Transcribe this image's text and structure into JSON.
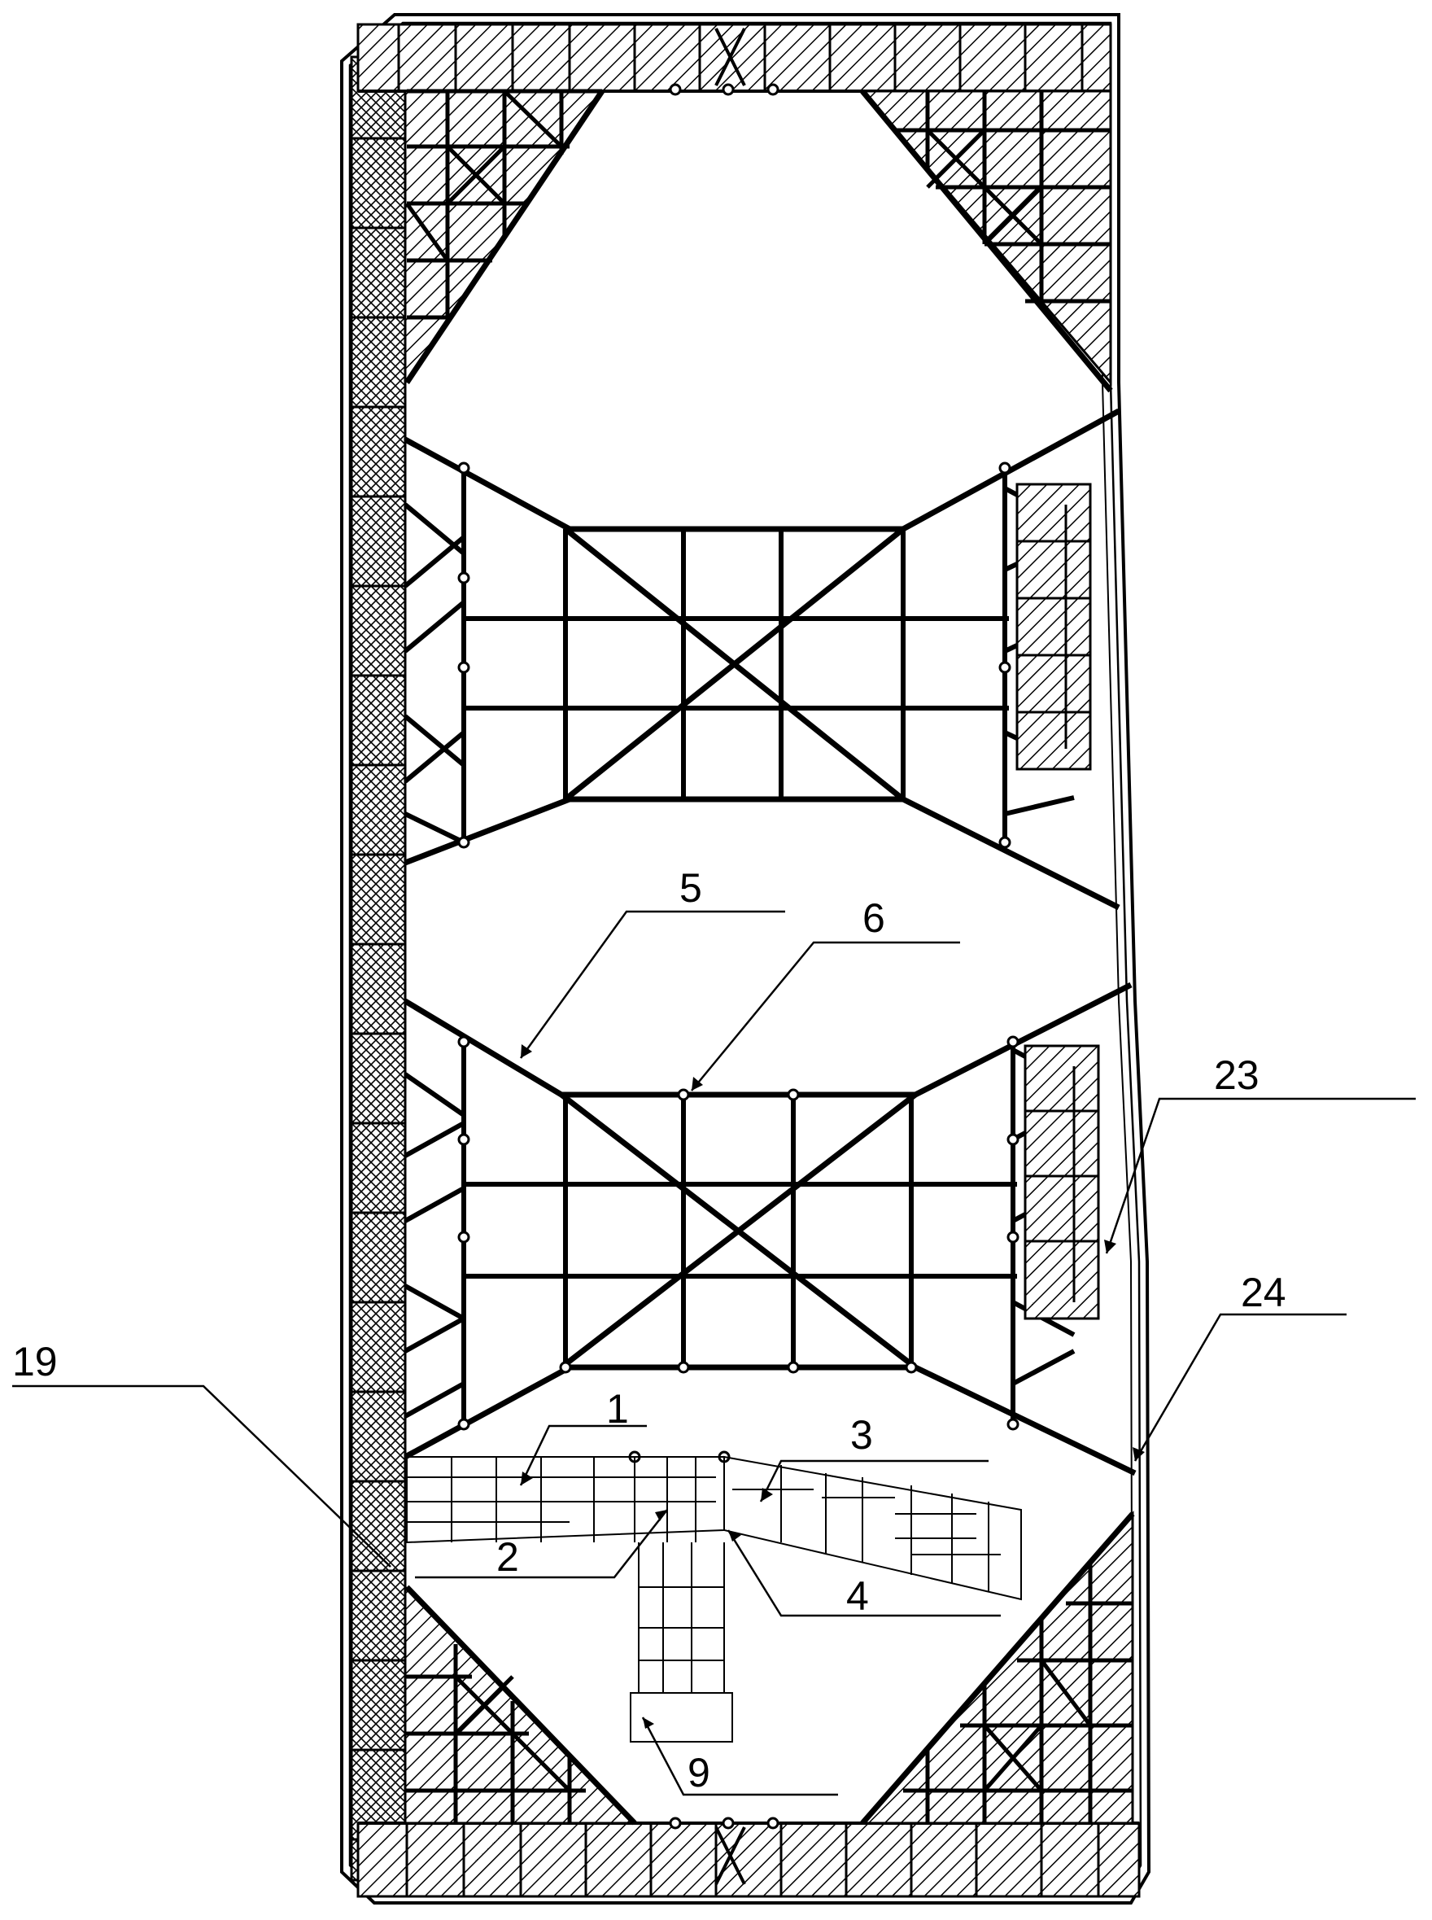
{
  "labels": {
    "l1": "1",
    "l2": "2",
    "l3": "3",
    "l4": "4",
    "l5": "5",
    "l6": "6",
    "l9": "9",
    "l19": "19",
    "l23": "23",
    "l24": "24"
  },
  "colors": {
    "line": "#000000",
    "background": "#ffffff"
  }
}
